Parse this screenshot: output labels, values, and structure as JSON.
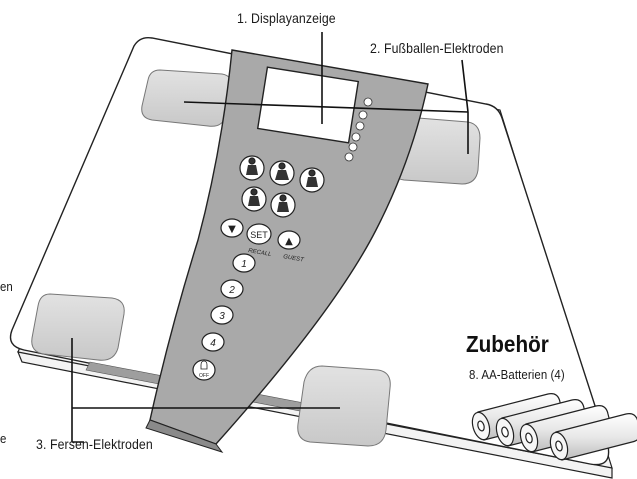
{
  "labels": {
    "display": "1. Displayanzeige",
    "ball_electrodes": "2. Fußballen-Elektroden",
    "heel_electrodes": "3. Fersen-Elektroden"
  },
  "accessories": {
    "title": "Zubehör",
    "item": "8. AA-Batterien (4)"
  },
  "buttons": {
    "down_arrow": "▼",
    "set": "SET",
    "up_arrow": "▲",
    "recall": "RECALL",
    "guest": "GUEST",
    "off": "OFF",
    "memory": [
      "1",
      "2",
      "3",
      "4"
    ]
  },
  "edge_fragments": {
    "left_middle": "en",
    "left_bottom": "e"
  },
  "colors": {
    "outline": "#222222",
    "panel": "#a9a9a9",
    "pad": "#d6d6d6",
    "platform": "#ffffff"
  }
}
